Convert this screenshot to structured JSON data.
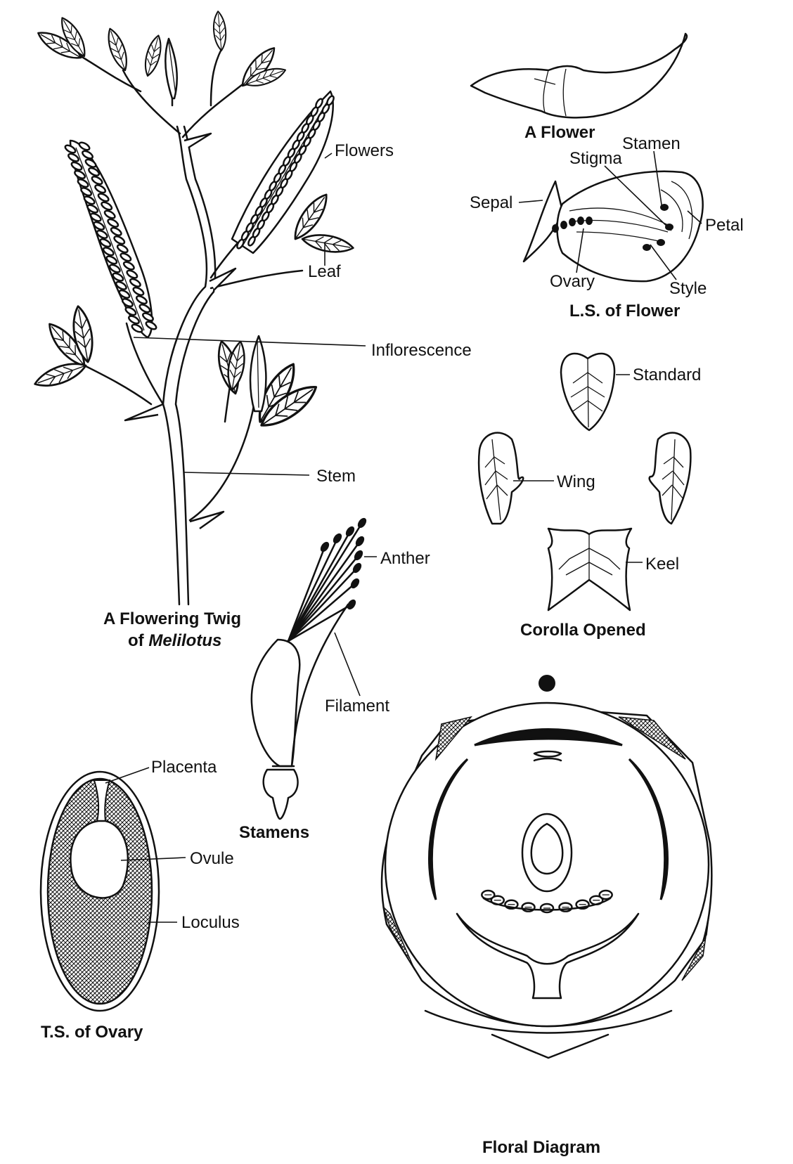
{
  "captions": {
    "twig_line1": "A Flowering Twig",
    "twig_line2_prefix": "of ",
    "twig_line2_italic": "Melilotus",
    "flower": "A Flower",
    "ls_flower": "L.S. of Flower",
    "corolla": "Corolla Opened",
    "stamens": "Stamens",
    "ts_ovary": "T.S. of Ovary",
    "floral_diagram": "Floral Diagram"
  },
  "labels": {
    "flowers": "Flowers",
    "leaf": "Leaf",
    "inflorescence": "Inflorescence",
    "stem": "Stem",
    "stamen": "Stamen",
    "stigma": "Stigma",
    "sepal": "Sepal",
    "petal": "Petal",
    "ovary": "Ovary",
    "style": "Style",
    "standard": "Standard",
    "wing": "Wing",
    "keel": "Keel",
    "anther": "Anther",
    "filament": "Filament",
    "placenta": "Placenta",
    "ovule": "Ovule",
    "loculus": "Loculus"
  }
}
